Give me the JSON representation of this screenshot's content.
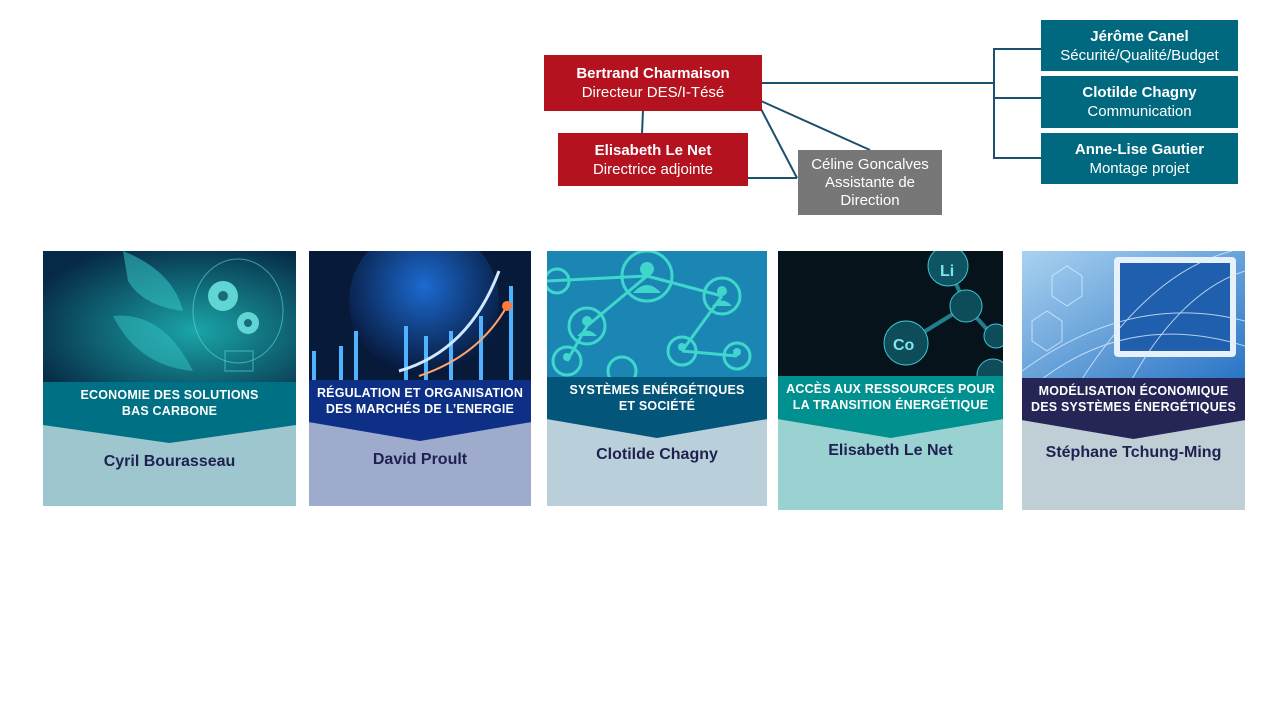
{
  "org": {
    "director": {
      "name": "Bertrand Charmaison",
      "role": "Directeur DES/I-Tésé"
    },
    "deputy": {
      "name": "Elisabeth Le Net",
      "role": "Directrice adjointe"
    },
    "assistant": {
      "line1": "Céline Goncalves",
      "line2": "Assistante de",
      "line3": "Direction"
    },
    "staff": [
      {
        "name": "Jérôme Canel",
        "role": "Sécurité/Qualité/Budget"
      },
      {
        "name": "Clotilde Chagny",
        "role": "Communication"
      },
      {
        "name": "Anne-Lise Gautier",
        "role": "Montage projet"
      }
    ]
  },
  "units": [
    {
      "line1": "ECONOMIE  DES SOLUTIONS",
      "line2": "BAS CARBONE",
      "lead": "Cyril Bourasseau",
      "image": "lightbulb-gears-leaves-image",
      "band_color": "#007085",
      "body_color": "#9dc6ce"
    },
    {
      "line1": "RÉGULATION ET ORGANISATION",
      "line2": "DES MARCHÉS DE L’ENERGIE",
      "lead": "David Proult",
      "image": "globe-rising-arrows-image",
      "band_color": "#0d2f86",
      "body_color": "#9eabcc"
    },
    {
      "line1": "SYSTÈMES ENÉRGÉTIQUES",
      "line2": "ET SOCIÉTÉ",
      "lead": "Clotilde Chagny",
      "image": "people-network-image",
      "band_color": "#03557a",
      "body_color": "#b9d0da"
    },
    {
      "line1": "ACCÈS AUX RESSOURCES POUR",
      "line2": "LA TRANSITION ÉNERGÉTIQUE",
      "lead": "Elisabeth Le Net",
      "image": "molecules-li-co-image",
      "band_color": "#00908f",
      "body_color": "#9ad2d2",
      "mol1": "Li",
      "mol2": "Co"
    },
    {
      "line1": "MODÉLISATION ÉCONOMIQUE",
      "line2": "DES SYSTÈMES ÉNERGÉTIQUES",
      "lead": "Stéphane Tchung-Ming",
      "image": "monitor-globe-grid-image",
      "band_color": "#252556",
      "body_color": "#c0ced6"
    }
  ]
}
